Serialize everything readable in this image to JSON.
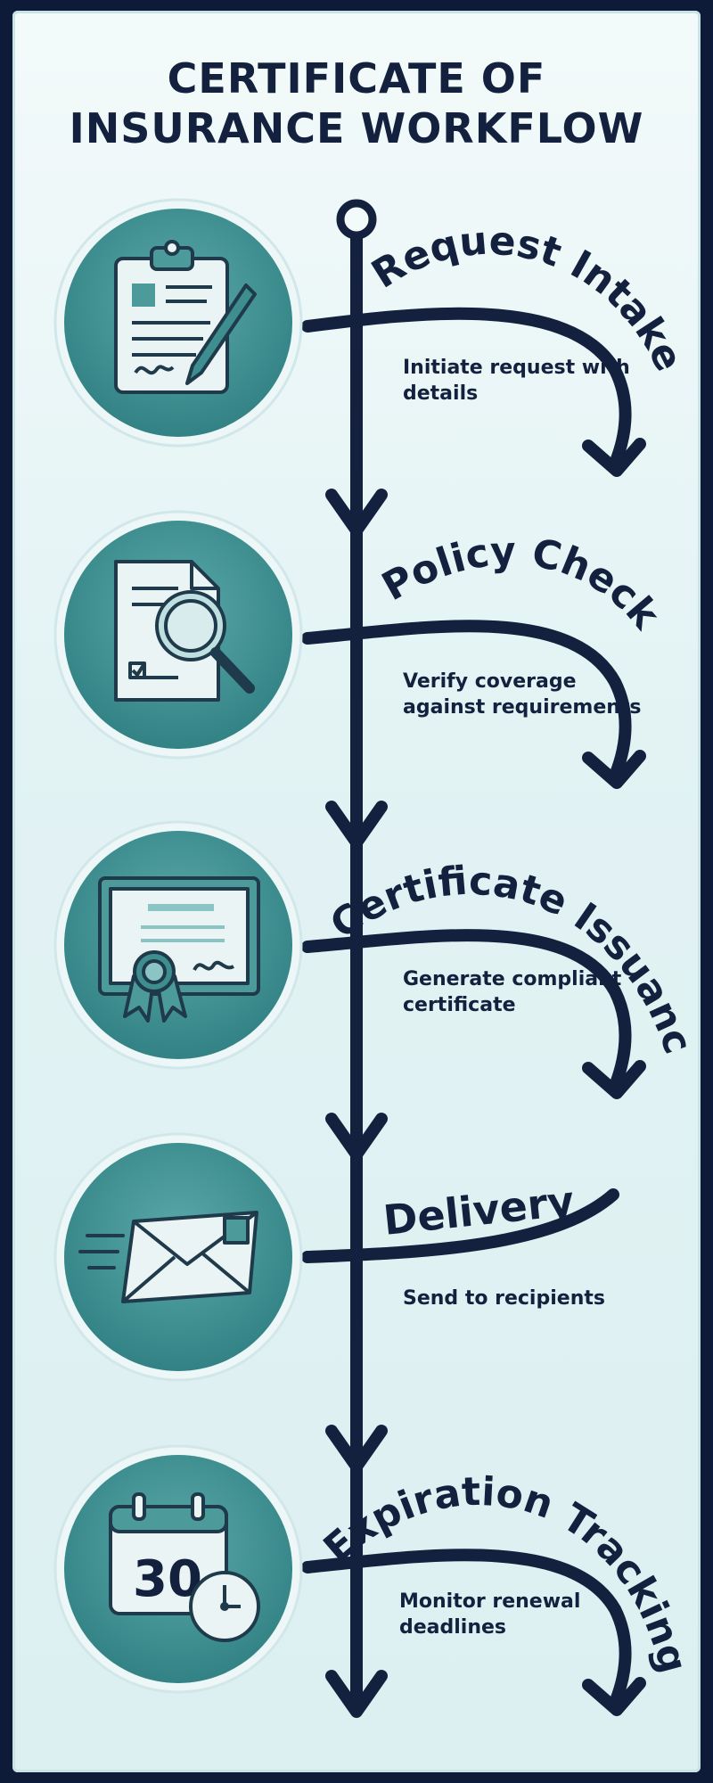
{
  "title": {
    "line1": "CERTIFICATE OF",
    "line2": "INSURANCE WORKFLOW"
  },
  "steps": [
    {
      "title": "Request Intake",
      "description": "Initiate request with details",
      "icon": "clipboard-pen-icon"
    },
    {
      "title": "Policy Check",
      "description": "Verify coverage against requirements",
      "icon": "document-magnifier-icon"
    },
    {
      "title": "Certificate Issuance",
      "description": "Generate compliant certificate",
      "icon": "certificate-ribbon-icon"
    },
    {
      "title": "Delivery",
      "description": "Send to recipients",
      "icon": "envelope-icon"
    },
    {
      "title": "Expiration Tracking",
      "description": "Monitor renewal deadlines",
      "icon": "calendar-clock-icon"
    }
  ],
  "calendar_day": "30",
  "colors": {
    "navy": "#13213f",
    "teal": "#3b8d8f",
    "teal_light": "#8cc4c5",
    "background": "#e6f4f5"
  }
}
